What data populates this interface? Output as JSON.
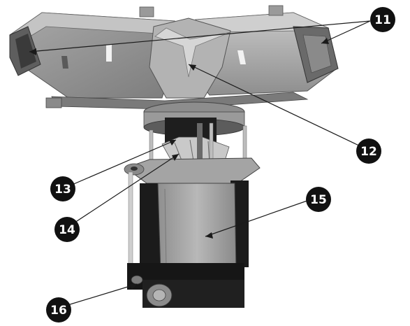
{
  "callouts": [
    {
      "id": "11",
      "label": "11"
    },
    {
      "id": "12",
      "label": "12"
    },
    {
      "id": "13",
      "label": "13"
    },
    {
      "id": "14",
      "label": "14"
    },
    {
      "id": "15",
      "label": "15"
    },
    {
      "id": "16",
      "label": "16"
    }
  ],
  "colors": {
    "housing_light": "#b9b9b9",
    "housing_mid": "#9c9c9c",
    "housing_dark": "#6e6e6e",
    "motor_body": "#a9a9a9",
    "black_parts": "#1c1c1c",
    "callout_fill": "#111111",
    "callout_text": "#ffffff"
  },
  "icons": {
    "callout_marker": "filled-black-circle"
  }
}
